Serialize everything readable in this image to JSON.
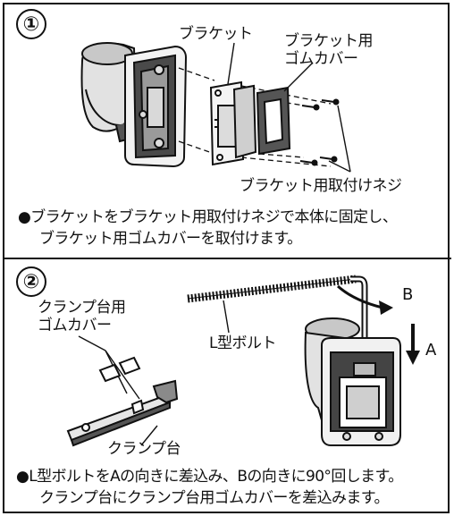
{
  "step1": {
    "number": "①",
    "labels": {
      "bracket": "ブラケット",
      "rubber_cover_line1": "ブラケット用",
      "rubber_cover_line2": "ゴムカバー",
      "screw": "ブラケット用取付けネジ"
    },
    "caption_line1": "●ブラケットをブラケット用取付けネジで本体に固定し、",
    "caption_line2": "ブラケット用ゴムカバーを取付けます。"
  },
  "step2": {
    "number": "②",
    "labels": {
      "clamp_cover_line1": "クランプ台用",
      "clamp_cover_line2": "ゴムカバー",
      "l_bolt": "L型ボルト",
      "clamp_base": "クランプ台",
      "arrow_b": "B",
      "arrow_a": "A"
    },
    "caption_line1": "●L型ボルトをAの向きに差込み、Bの向きに90°回します。",
    "caption_line2": "クランプ台にクランプ台用ゴムカバーを差込みます。"
  }
}
